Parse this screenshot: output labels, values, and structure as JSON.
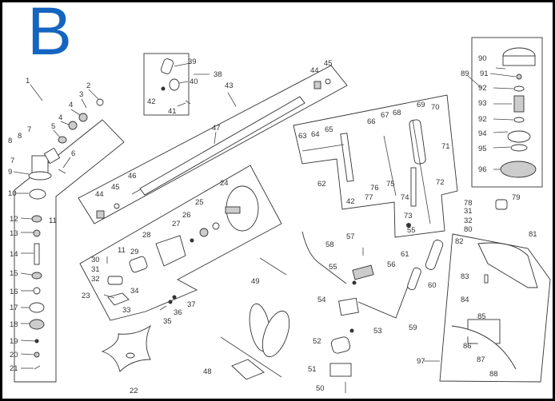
{
  "diagram": {
    "section_letter": "B",
    "section_color": "#1565c0",
    "subject": "Brush cutter / trimmer exploded parts diagram",
    "labels": [
      {
        "id": "1",
        "text": "1"
      },
      {
        "id": "2",
        "text": "2"
      },
      {
        "id": "3",
        "text": "3"
      },
      {
        "id": "4a",
        "text": "4"
      },
      {
        "id": "4b",
        "text": "4"
      },
      {
        "id": "5",
        "text": "5"
      },
      {
        "id": "6",
        "text": "6"
      },
      {
        "id": "7a",
        "text": "7"
      },
      {
        "id": "7b",
        "text": "7"
      },
      {
        "id": "8a",
        "text": "8"
      },
      {
        "id": "8b",
        "text": "8"
      },
      {
        "id": "9",
        "text": "9"
      },
      {
        "id": "10",
        "text": "10"
      },
      {
        "id": "11a",
        "text": "11"
      },
      {
        "id": "12",
        "text": "12"
      },
      {
        "id": "13",
        "text": "13"
      },
      {
        "id": "14",
        "text": "14"
      },
      {
        "id": "15",
        "text": "15"
      },
      {
        "id": "16",
        "text": "16"
      },
      {
        "id": "17",
        "text": "17"
      },
      {
        "id": "18",
        "text": "18"
      },
      {
        "id": "19",
        "text": "19"
      },
      {
        "id": "20",
        "text": "20"
      },
      {
        "id": "21",
        "text": "21"
      },
      {
        "id": "22",
        "text": "22"
      },
      {
        "id": "23",
        "text": "23"
      },
      {
        "id": "24",
        "text": "24"
      },
      {
        "id": "25",
        "text": "25"
      },
      {
        "id": "26",
        "text": "26"
      },
      {
        "id": "27",
        "text": "27"
      },
      {
        "id": "28",
        "text": "28"
      },
      {
        "id": "29",
        "text": "29"
      },
      {
        "id": "30",
        "text": "30"
      },
      {
        "id": "11b",
        "text": "11"
      },
      {
        "id": "31a",
        "text": "31"
      },
      {
        "id": "32a",
        "text": "32"
      },
      {
        "id": "33",
        "text": "33"
      },
      {
        "id": "34",
        "text": "34"
      },
      {
        "id": "35",
        "text": "35"
      },
      {
        "id": "36",
        "text": "36"
      },
      {
        "id": "37",
        "text": "37"
      },
      {
        "id": "38",
        "text": "38"
      },
      {
        "id": "39",
        "text": "39"
      },
      {
        "id": "40",
        "text": "40"
      },
      {
        "id": "41",
        "text": "41"
      },
      {
        "id": "42a",
        "text": "42"
      },
      {
        "id": "43",
        "text": "43"
      },
      {
        "id": "44a",
        "text": "44"
      },
      {
        "id": "45a",
        "text": "45"
      },
      {
        "id": "44b",
        "text": "44"
      },
      {
        "id": "45b",
        "text": "45"
      },
      {
        "id": "46",
        "text": "46"
      },
      {
        "id": "47",
        "text": "47"
      },
      {
        "id": "48",
        "text": "48"
      },
      {
        "id": "49",
        "text": "49"
      },
      {
        "id": "50",
        "text": "50"
      },
      {
        "id": "51",
        "text": "51"
      },
      {
        "id": "52",
        "text": "52"
      },
      {
        "id": "53",
        "text": "53"
      },
      {
        "id": "54",
        "text": "54"
      },
      {
        "id": "55a",
        "text": "55"
      },
      {
        "id": "56",
        "text": "56"
      },
      {
        "id": "57",
        "text": "57"
      },
      {
        "id": "58",
        "text": "58"
      },
      {
        "id": "59",
        "text": "59"
      },
      {
        "id": "60",
        "text": "60"
      },
      {
        "id": "61",
        "text": "61"
      },
      {
        "id": "62",
        "text": "62"
      },
      {
        "id": "63",
        "text": "63"
      },
      {
        "id": "64",
        "text": "64"
      },
      {
        "id": "65",
        "text": "65"
      },
      {
        "id": "66",
        "text": "66"
      },
      {
        "id": "67",
        "text": "67"
      },
      {
        "id": "68",
        "text": "68"
      },
      {
        "id": "69",
        "text": "69"
      },
      {
        "id": "70",
        "text": "70"
      },
      {
        "id": "71",
        "text": "71"
      },
      {
        "id": "72",
        "text": "72"
      },
      {
        "id": "73",
        "text": "73"
      },
      {
        "id": "74",
        "text": "74"
      },
      {
        "id": "75",
        "text": "75"
      },
      {
        "id": "76",
        "text": "76"
      },
      {
        "id": "77",
        "text": "77"
      },
      {
        "id": "42b",
        "text": "42"
      },
      {
        "id": "55b",
        "text": "55"
      },
      {
        "id": "78",
        "text": "78"
      },
      {
        "id": "79",
        "text": "79"
      },
      {
        "id": "31b",
        "text": "31"
      },
      {
        "id": "32b",
        "text": "32"
      },
      {
        "id": "80",
        "text": "80"
      },
      {
        "id": "81",
        "text": "81"
      },
      {
        "id": "82",
        "text": "82"
      },
      {
        "id": "83",
        "text": "83"
      },
      {
        "id": "84",
        "text": "84"
      },
      {
        "id": "85",
        "text": "85"
      },
      {
        "id": "86",
        "text": "86"
      },
      {
        "id": "87",
        "text": "87"
      },
      {
        "id": "88",
        "text": "88"
      },
      {
        "id": "89",
        "text": "89"
      },
      {
        "id": "90",
        "text": "90"
      },
      {
        "id": "91",
        "text": "91"
      },
      {
        "id": "92a",
        "text": "92"
      },
      {
        "id": "93",
        "text": "93"
      },
      {
        "id": "92b",
        "text": "92"
      },
      {
        "id": "94",
        "text": "94"
      },
      {
        "id": "95",
        "text": "95"
      },
      {
        "id": "96",
        "text": "96"
      },
      {
        "id": "97",
        "text": "97"
      }
    ]
  }
}
